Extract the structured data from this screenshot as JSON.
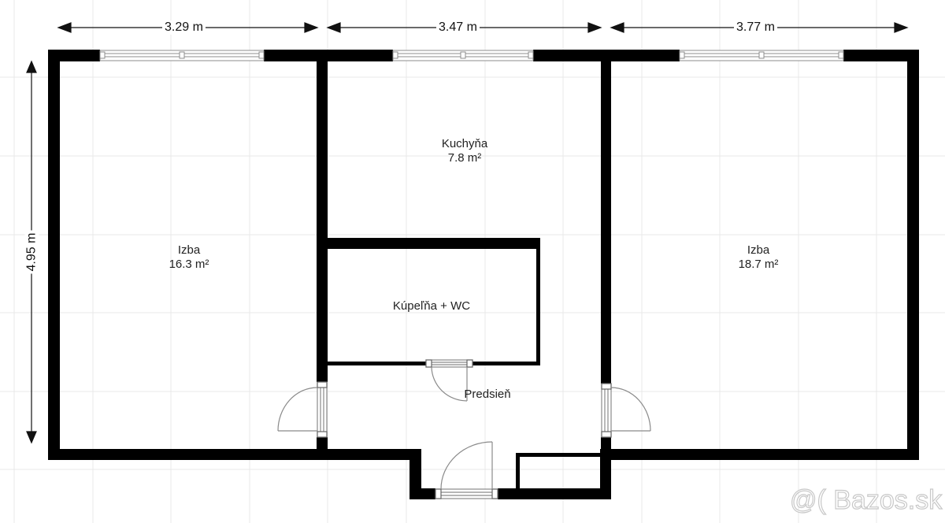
{
  "floorplan": {
    "dimensions": {
      "top_left": "3.29 m",
      "top_middle": "3.47 m",
      "top_right": "3.77 m",
      "left_height": "4.95 m"
    },
    "rooms": [
      {
        "id": "izba-left",
        "name": "Izba",
        "area": "16.3 m²"
      },
      {
        "id": "kuchyna",
        "name": "Kuchyňa",
        "area": "7.8 m²"
      },
      {
        "id": "kupelna",
        "name": "Kúpeľňa + WC",
        "area": ""
      },
      {
        "id": "predsien",
        "name": "Predsieň",
        "area": ""
      },
      {
        "id": "izba-right",
        "name": "Izba",
        "area": "18.7 m²"
      }
    ],
    "colors": {
      "wall": "#000000",
      "grid": "#e6e6e6",
      "window_line": "#9a9a9a",
      "door_arc": "#8a8a8a",
      "text": "#222222"
    }
  },
  "watermark": {
    "text": "@( Bazos.sk"
  }
}
